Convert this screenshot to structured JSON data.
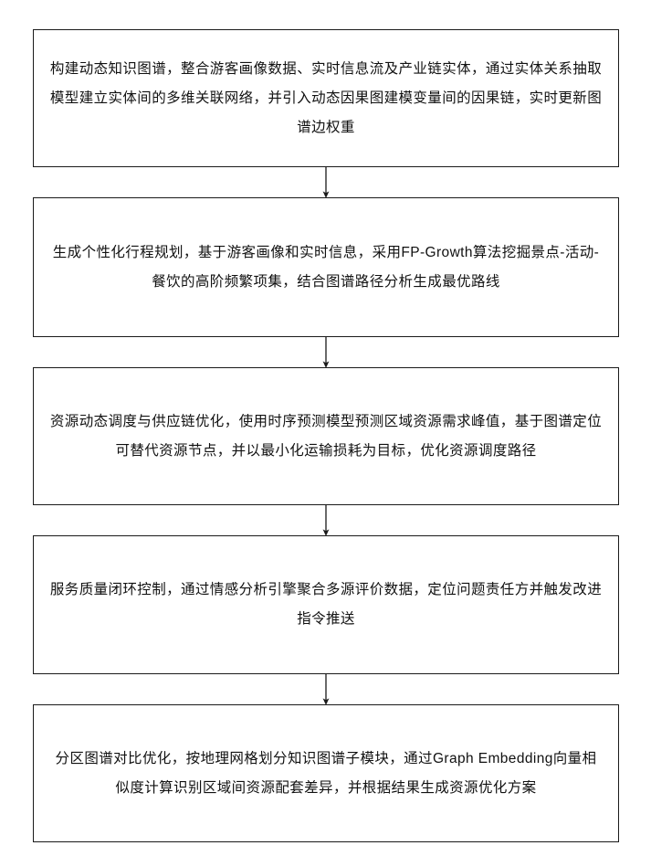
{
  "diagram": {
    "type": "vertical-flowchart",
    "orientation": "top-to-bottom",
    "node_count": 5,
    "connector_count": 4,
    "colors": {
      "box_border": "#1a1a1a",
      "box_fill": "#ffffff",
      "text": "#111111",
      "arrow": "#1a1a1a",
      "page_background": "#ffffff"
    },
    "nodes": [
      {
        "id": "step-1",
        "order": 1,
        "text": "构建动态知识图谱，整合游客画像数据、实时信息流及产业链实体，通过实体关系抽取模型建立实体间的多维关联网络，并引入动态因果图建模变量间的因果链，实时更新图谱边权重"
      },
      {
        "id": "step-2",
        "order": 2,
        "text": "生成个性化行程规划，基于游客画像和实时信息，采用FP-Growth算法挖掘景点-活动-餐饮的高阶频繁项集，结合图谱路径分析生成最优路线"
      },
      {
        "id": "step-3",
        "order": 3,
        "text": "资源动态调度与供应链优化，使用时序预测模型预测区域资源需求峰值，基于图谱定位可替代资源节点，并以最小化运输损耗为目标，优化资源调度路径"
      },
      {
        "id": "step-4",
        "order": 4,
        "text": "服务质量闭环控制，通过情感分析引擎聚合多源评价数据，定位问题责任方并触发改进指令推送"
      },
      {
        "id": "step-5",
        "order": 5,
        "text": "分区图谱对比优化，按地理网格划分知识图谱子模块，通过Graph Embedding向量相似度计算识别区域间资源配套差异，并根据结果生成资源优化方案"
      }
    ],
    "connectors": [
      {
        "id": "arrow-1-2",
        "from": "step-1",
        "to": "step-2",
        "direction": "down"
      },
      {
        "id": "arrow-2-3",
        "from": "step-2",
        "to": "step-3",
        "direction": "down"
      },
      {
        "id": "arrow-3-4",
        "from": "step-3",
        "to": "step-4",
        "direction": "down"
      },
      {
        "id": "arrow-4-5",
        "from": "step-4",
        "to": "step-5",
        "direction": "down"
      }
    ]
  }
}
